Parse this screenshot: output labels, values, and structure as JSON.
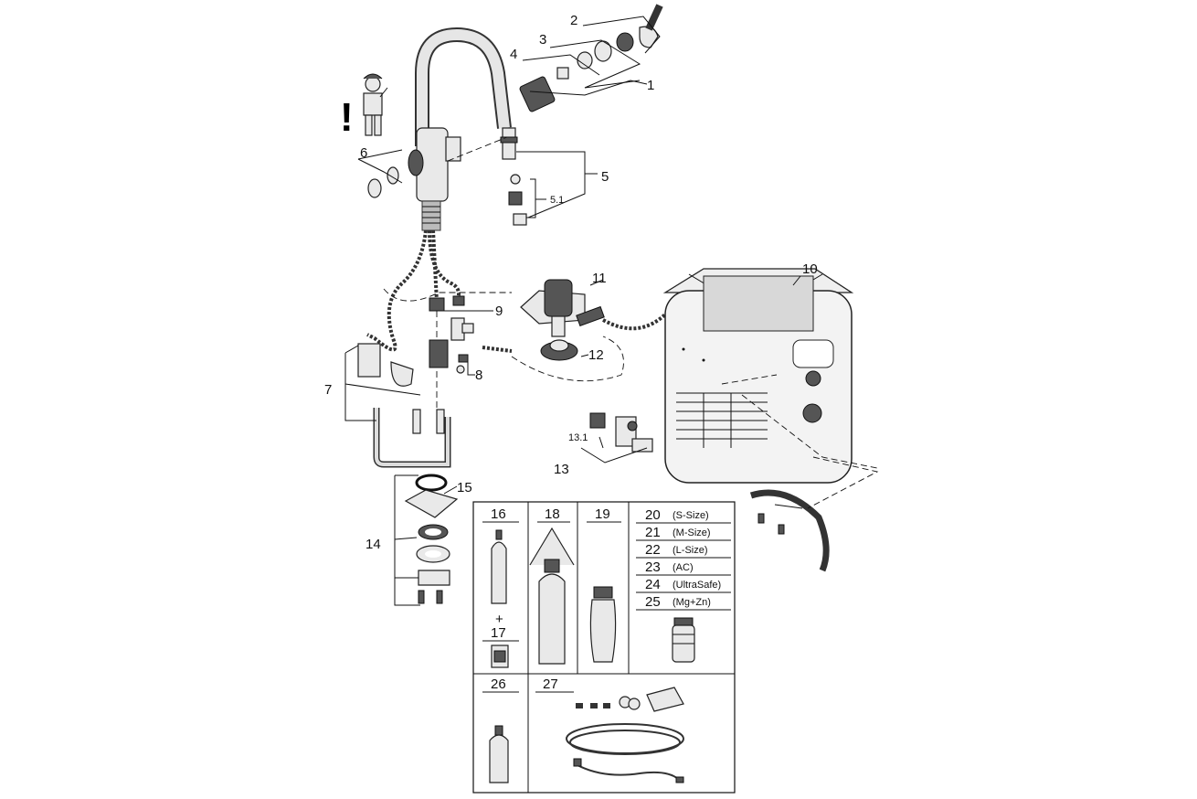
{
  "callouts": {
    "c1": "1",
    "c2": "2",
    "c3": "3",
    "c4": "4",
    "c5": "5",
    "c5_1": "5.1",
    "c6": "6",
    "c7": "7",
    "c8": "8",
    "c9": "9",
    "c10": "10",
    "c11": "11",
    "c12": "12",
    "c13": "13",
    "c13_1": "13.1",
    "c14": "14",
    "c15": "15"
  },
  "table": {
    "c16": "16",
    "c17": "17",
    "plus": "+",
    "c18": "18",
    "c19": "19",
    "c26": "26",
    "c27": "27",
    "filters": [
      {
        "num": "20",
        "size": "(S-Size)"
      },
      {
        "num": "21",
        "size": "(M-Size)"
      },
      {
        "num": "22",
        "size": "(L-Size)"
      },
      {
        "num": "23",
        "size": "(AC)"
      },
      {
        "num": "24",
        "size": "(UltraSafe)"
      },
      {
        "num": "25",
        "size": "(Mg+Zn)"
      }
    ]
  },
  "warning": "!"
}
